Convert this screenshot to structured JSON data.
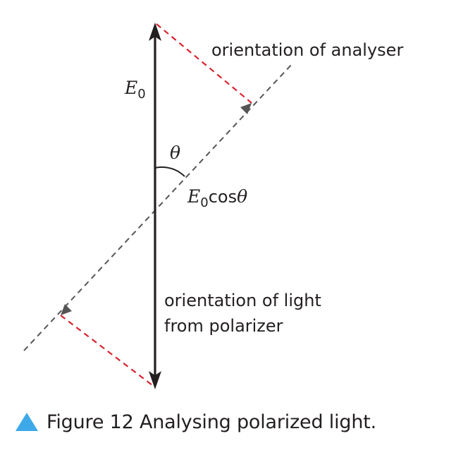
{
  "labels": {
    "analyser": "orientation of analyser",
    "e0": "E",
    "e0_sub": "0",
    "theta": "θ",
    "ecos_e": "E",
    "ecos_sub": "0",
    "ecos_cos": "cos",
    "ecos_theta": "θ",
    "light_line1": "orientation of light",
    "light_line2": "from polarizer"
  },
  "caption": {
    "text": "Figure 12 Analysing polarized light."
  },
  "colors": {
    "axis": "#231f20",
    "analyser_line": "#555555",
    "projection": "#d9232e",
    "caption_icon": "#3ea9e8"
  }
}
